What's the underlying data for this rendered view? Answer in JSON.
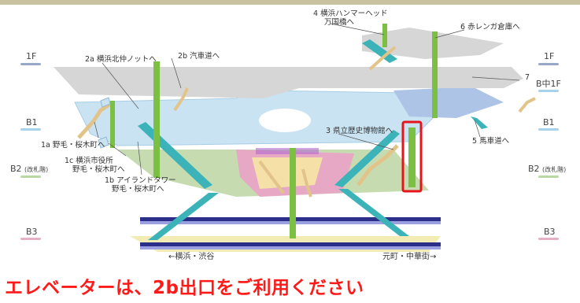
{
  "floors": {
    "f1_left": "1F",
    "f1_right": "1F",
    "b_mid1f": "B中1F",
    "b1_left": "B1",
    "b1_right": "B1",
    "b2_left": "B2",
    "b2_right": "B2",
    "gate_note": "(改札階)",
    "b3_left": "B3",
    "b3_right": "B3"
  },
  "floor_colors": {
    "f1": "#9aa8c8",
    "b1": "#a8d2ea",
    "b2": "#bcd8a2",
    "b3": "#e4b0c6"
  },
  "exits": {
    "e4_line1": "4 横浜ハンマーヘッド",
    "e4_line2": "万国橋へ",
    "e6": "6 赤レンガ倉庫へ",
    "e2a": "2a 横浜北仲ノットへ",
    "e2b": "2b 汽車道へ",
    "e7": "7",
    "e1a_line1": "1a 野毛・桜木町へ",
    "e1c_line1": "1c 横浜市役所",
    "e1c_line2": "野毛・桜木町へ",
    "e1b_line1": "1b アイランドタワー",
    "e1b_line2": "野毛・桜木町へ",
    "e3": "3 県立歴史博物館へ",
    "e5": "5 馬車道へ"
  },
  "directions": {
    "left": "←横浜・渋谷",
    "right": "元町・中華街→"
  },
  "notice": "エレベーターは、2b出口をご利用ください",
  "colors": {
    "notice_red": "#ff1a1a",
    "highlight_red": "#e8141c",
    "elevator_green": "#7bc043",
    "escalator_teal": "#3bb3b8",
    "floor_gray": "#d6d6d6",
    "concourse_blue": "#c9e3f2",
    "platform_green": "#c6dcb0",
    "platform_pink": "#e7a8c6",
    "track_navy": "#2b2f8a",
    "top_band": "#c8c2a0"
  }
}
